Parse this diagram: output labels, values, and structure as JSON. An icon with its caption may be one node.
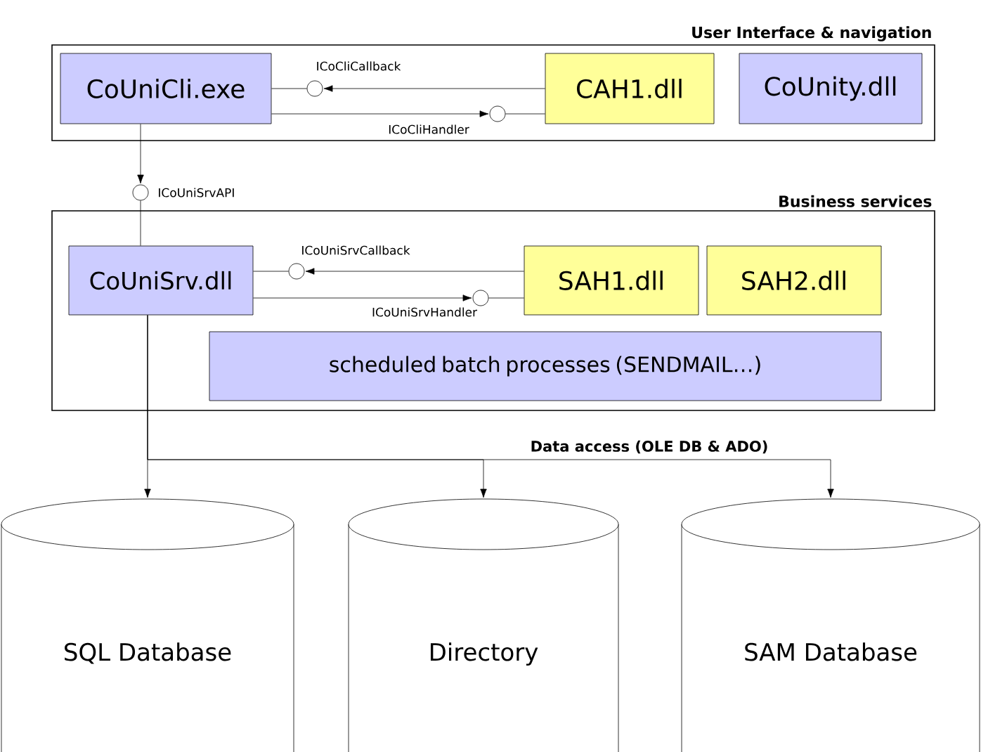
{
  "diagram": {
    "nodes": [
      {
        "text": [
          "User Interface & navigation"
        ]
      },
      {
        "text": [
          "CoUniCli.exe"
        ],
        "in": 0
      },
      {
        "text": [
          "CAH1.dll"
        ],
        "in": 0
      },
      {
        "text": [
          "CoUnity.dll"
        ],
        "in": 0
      },
      {
        "text": [
          "Business services"
        ]
      },
      {
        "text": [
          "CoUniSrv.dll"
        ],
        "in": 4
      },
      {
        "text": [
          "SAH1.dll"
        ],
        "in": 4
      },
      {
        "text": [
          "SAH2.dll"
        ],
        "in": 4
      },
      {
        "text": [
          "scheduled batch processes (SENDMAIL…)"
        ],
        "in": 4
      },
      {
        "text": [
          "SQL Database"
        ]
      },
      {
        "text": [
          "Directory"
        ]
      },
      {
        "text": [
          "SAM Database"
        ]
      },
      {
        "text": [],
        "shape": "circle",
        "beside": [
          "ICoCliCallback"
        ],
        "in": 0
      },
      {
        "text": [],
        "shape": "circle",
        "beside": [
          "ICoCliHandler"
        ],
        "in": 0
      },
      {
        "text": [],
        "shape": "circle",
        "beside": [
          "ICoUniSrvAPI"
        ]
      },
      {
        "text": [],
        "shape": "circle",
        "beside": [
          "ICoUniSrvCallback"
        ],
        "in": 4
      },
      {
        "text": [],
        "shape": "circle",
        "beside": [
          "ICoUniSrvHandler"
        ],
        "in": 4
      }
    ],
    "edges": [
      {
        "from": 2,
        "to": 12,
        "arrow": "to"
      },
      {
        "from": 12,
        "to": 1,
        "arrow": "none"
      },
      {
        "from": 1,
        "to": 13,
        "arrow": "to"
      },
      {
        "from": 13,
        "to": 2,
        "arrow": "none"
      },
      {
        "from": 1,
        "to": 14,
        "arrow": "to"
      },
      {
        "from": 14,
        "to": 5,
        "arrow": "none"
      },
      {
        "from": 6,
        "to": 15,
        "arrow": "to"
      },
      {
        "from": 15,
        "to": 5,
        "arrow": "none"
      },
      {
        "from": 5,
        "to": 16,
        "arrow": "to"
      },
      {
        "from": 16,
        "to": 6,
        "arrow": "none"
      },
      {
        "from": 5,
        "to": 9,
        "arrow": "to"
      },
      {
        "from": 5,
        "to": 10,
        "arrow": "to"
      },
      {
        "from": 5,
        "to": 11,
        "arrow": "to"
      }
    ],
    "labels": [
      "Data access (OLE DB & ADO)"
    ]
  }
}
